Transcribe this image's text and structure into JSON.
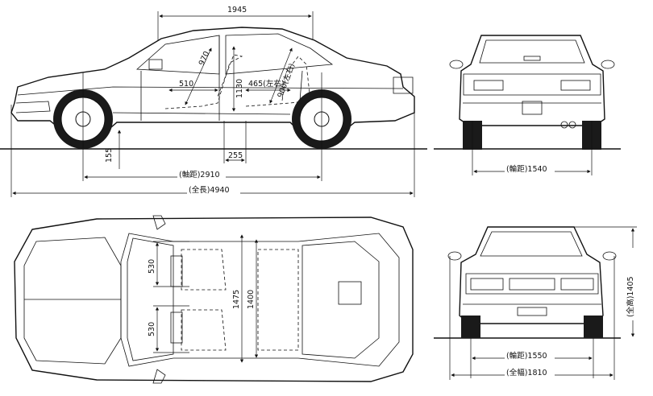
{
  "side_view": {
    "roof_length": "1945",
    "seat_back_front": "970",
    "seat_back_rear": "900(左右)",
    "front_seat_depth": "510",
    "headroom": "1130",
    "rear_seat_depth": "465(左右)",
    "rear_overhang_step": "255",
    "ground_clearance": "155",
    "wheelbase": "(軸距)2910",
    "overall_length": "(全長)4940"
  },
  "rear_view": {
    "rear_tread": "(輪距)1540"
  },
  "top_view": {
    "front_seat_width": "530",
    "rear_seat_width": "530",
    "shoulder_front": "1475",
    "shoulder_rear": "1400"
  },
  "front_view": {
    "overall_height": "(全高)1405",
    "front_tread": "(輪距)1550",
    "overall_width": "(全幅)1810"
  }
}
